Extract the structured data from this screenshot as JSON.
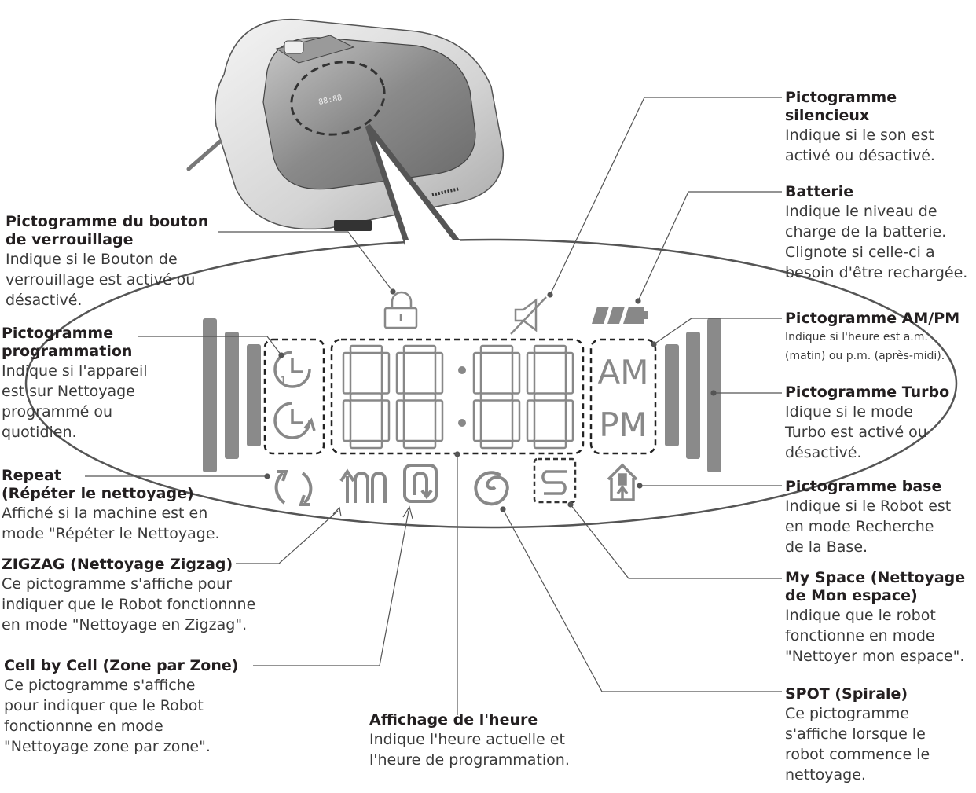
{
  "labels": {
    "lock": {
      "title": "Pictogramme du bouton\nde verrouillage",
      "desc": "Indique si le Bouton de\nverrouillage est activé ou\ndésactivé."
    },
    "programming": {
      "title": "Pictogramme\nprogrammation",
      "desc": "Indique si l'appareil\nest sur Nettoyage\nprogrammé ou\nquotidien."
    },
    "repeat": {
      "title": "Repeat\n(Répéter le nettoyage)",
      "desc": "Affiché si la machine est en\nmode \"Répéter le Nettoyage."
    },
    "zigzag": {
      "title": "ZIGZAG (Nettoyage Zigzag)",
      "desc": "Ce pictogramme s'affiche pour\nindiquer que le Robot fonctionnne\nen mode \"Nettoyage en Zigzag\"."
    },
    "cell": {
      "title": "Cell by Cell (Zone par Zone)",
      "desc": "Ce pictogramme s'affiche\npour indiquer que le Robot\nfonctionnne en mode\n\"Nettoyage zone par zone\"."
    },
    "time": {
      "title": "Affichage de l'heure",
      "desc": "Indique l'heure actuelle et\nl'heure de programmation."
    },
    "silent": {
      "title": "Pictogramme\nsilencieux",
      "desc": "Indique si le son est\nactivé ou désactivé."
    },
    "battery": {
      "title": "Batterie",
      "desc": "Indique le niveau de\ncharge de la batterie.\nClignote si celle-ci a\nbesoin d'être rechargée."
    },
    "ampm": {
      "title": "Pictogramme AM/PM",
      "desc": "Indique si l'heure est a.m.\n(matin) ou p.m. (après-midi)."
    },
    "turbo": {
      "title": "Pictogramme Turbo",
      "desc": "Idique si le mode\nTurbo est activé ou\ndésactivé."
    },
    "base": {
      "title": "Pictogramme base",
      "desc": "Indique si le Robot est\nen mode Recherche\nde la Base."
    },
    "myspace": {
      "title": "My Space (Nettoyage\nde Mon espace)",
      "desc": "Indique que le robot\nfonctionne en mode\n\"Nettoyer mon espace\"."
    },
    "spot": {
      "title": "SPOT (Spirale)",
      "desc": "Ce pictogramme\ns'affiche lorsque le\nrobot commence le\nnettoyage."
    }
  },
  "display": {
    "am": "AM",
    "pm": "PM"
  },
  "colors": {
    "stroke": "#7a7a7a",
    "line": "#555555",
    "text": "#231f20",
    "robot_body": "#d9d9d9"
  },
  "icons": [
    "lock-icon",
    "mute-icon",
    "battery-icon",
    "clock-icon",
    "repeat-icon",
    "zigzag-icon",
    "cell-icon",
    "spiral-icon",
    "myspace-icon",
    "home-icon"
  ]
}
